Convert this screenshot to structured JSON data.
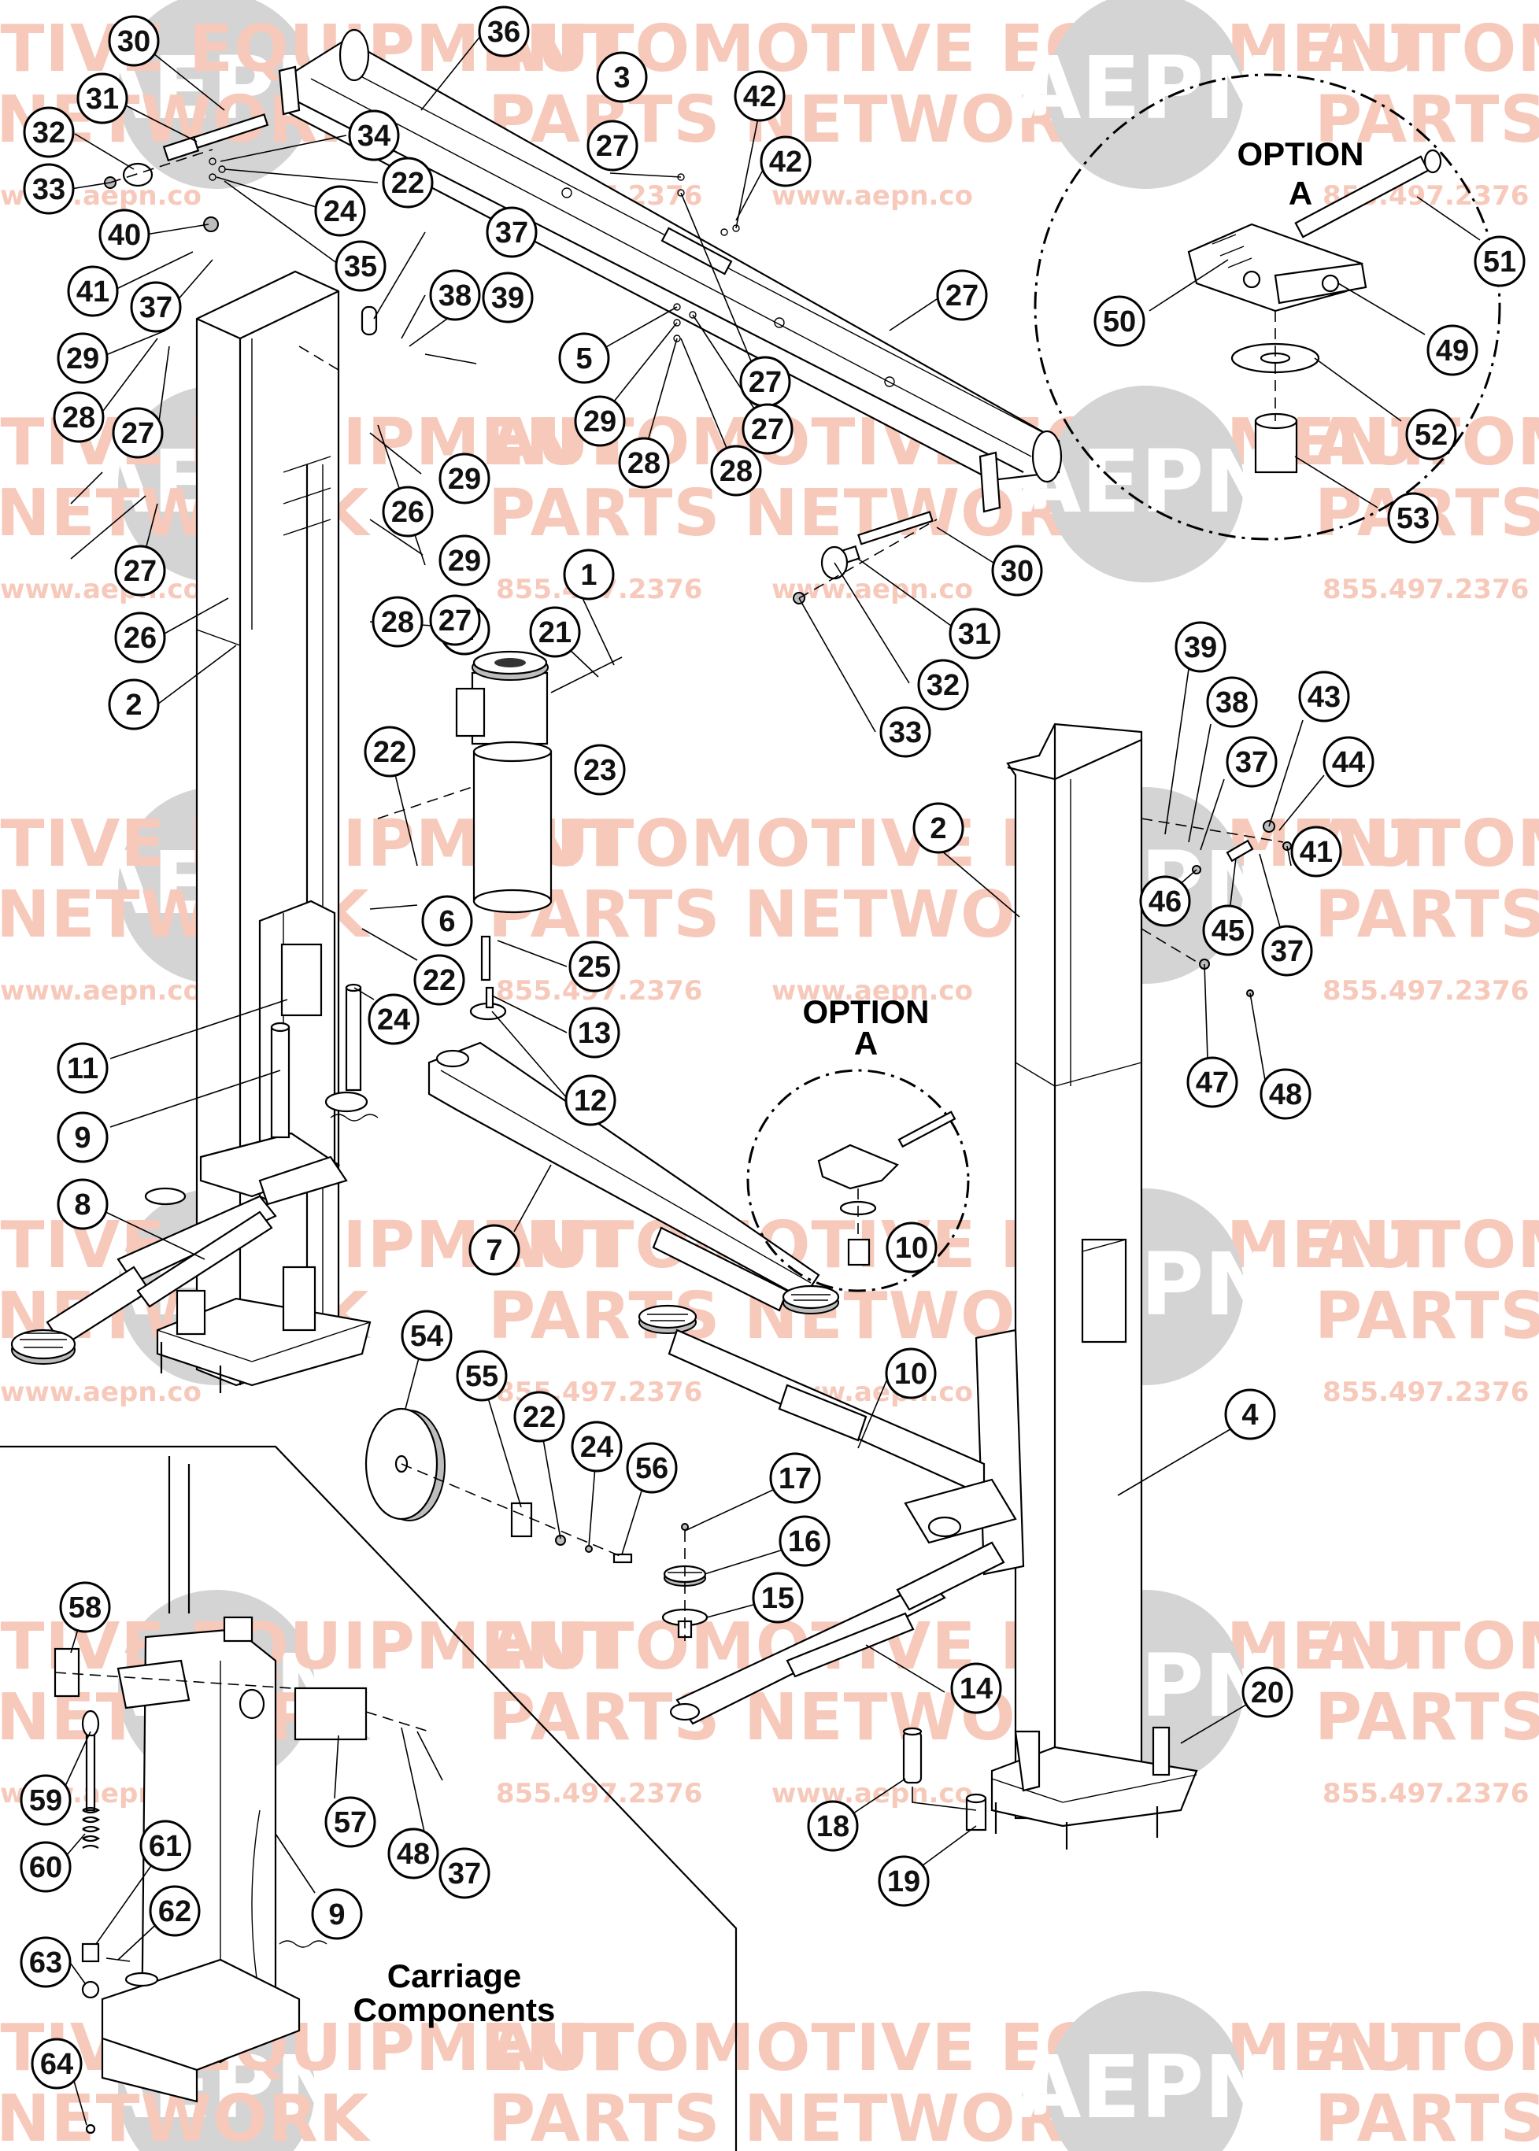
{
  "watermark": {
    "line1": "AUTOMOTIVE EQUIPMENT",
    "line2": "PARTS NETWORK",
    "line1_partial": "AUTOMOT",
    "line2_partial": "PARTS",
    "phone": "855.497.2376",
    "website": "www.aepn.co",
    "logo": "AEPN"
  },
  "option_a_large": {
    "line1": "OPTION",
    "line2": "A"
  },
  "option_a_small": {
    "line1": "OPTION",
    "line2": "A"
  },
  "carriage_caption": {
    "line1": "Carriage",
    "line2": "Components"
  },
  "callouts": [
    "30",
    "31",
    "32",
    "33",
    "40",
    "41",
    "37",
    "29",
    "28",
    "27",
    "34",
    "22",
    "24",
    "35",
    "36",
    "37",
    "38",
    "39",
    "3",
    "42",
    "27",
    "42",
    "27",
    "5",
    "29",
    "28",
    "27",
    "27",
    "28",
    "29",
    "26",
    "27",
    "29",
    "28",
    "27",
    "27",
    "26",
    "2",
    "1",
    "21",
    "22",
    "23",
    "6",
    "22",
    "24",
    "25",
    "13",
    "12",
    "11",
    "9",
    "8",
    "7",
    "10",
    "30",
    "31",
    "32",
    "33",
    "51",
    "50",
    "49",
    "52",
    "53",
    "39",
    "38",
    "37",
    "43",
    "44",
    "41",
    "46",
    "45",
    "37",
    "2",
    "47",
    "48",
    "10",
    "4",
    "54",
    "55",
    "22",
    "24",
    "56",
    "17",
    "16",
    "15",
    "14",
    "20",
    "18",
    "19",
    "58",
    "59",
    "60",
    "61",
    "62",
    "63",
    "64",
    "57",
    "37",
    "48",
    "9"
  ]
}
